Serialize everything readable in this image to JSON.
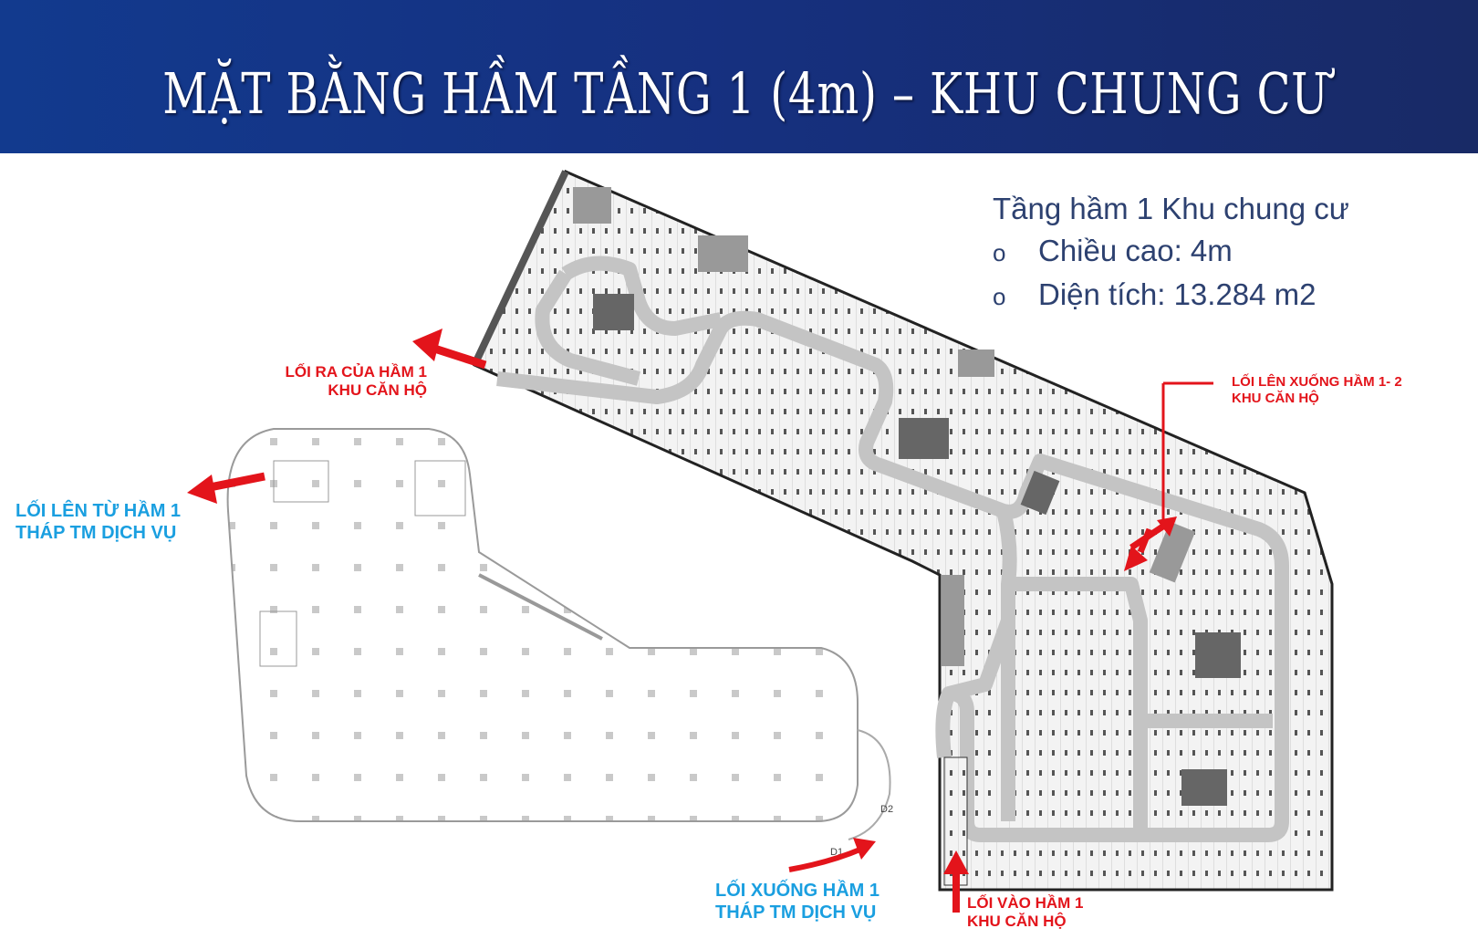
{
  "header": {
    "title": "MẶT BẰNG HẦM TẦNG 1 (4m) – KHU CHUNG CƯ"
  },
  "info": {
    "heading": "Tầng hầm 1 Khu chung cư",
    "items": [
      {
        "bullet": "o",
        "text": "Chiều cao: 4m"
      },
      {
        "bullet": "o",
        "text": "Diện tích: 13.284 m2"
      }
    ]
  },
  "labels": {
    "exit_l1": [
      "LỐI RA CỦA HẦM 1",
      "KHU CĂN HỘ"
    ],
    "ramp_l1_l2": [
      "LỐI LÊN XUỐNG HẦM 1- 2",
      "KHU CĂN HỘ"
    ],
    "up_tower": [
      "LỐI LÊN TỪ HẦM 1",
      "THÁP TM DỊCH VỤ"
    ],
    "down_tower": [
      "LỐI XUỐNG HẦM 1",
      "THÁP TM DỊCH VỤ"
    ],
    "entry_l1": [
      "LỐI VÀO HẦM 1",
      "KHU CĂN HỘ"
    ]
  },
  "plan_marks": {
    "d1": "D1",
    "d2": "D2"
  },
  "colors": {
    "header": "#16307f",
    "red": "#e3141b",
    "blue": "#1a9fe0",
    "text": "#2d4170"
  }
}
